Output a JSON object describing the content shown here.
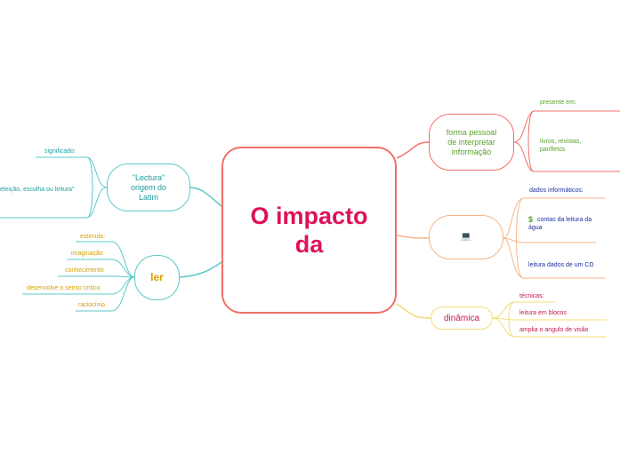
{
  "central": {
    "line1": "O impacto",
    "line2": "da"
  },
  "right": {
    "forma": {
      "label": "forma pessoal de interpretar informação",
      "children": [
        "presente em:",
        "livros, revistas, panfletos"
      ]
    },
    "computer": {
      "icon": "laptop-icon",
      "children": {
        "dados": "dados informáticos:",
        "contas_icon": "dollar-icon",
        "contas": "contas da leitura da água",
        "leitura": "leitura dados de um CD"
      }
    },
    "dinamica": {
      "label": "dinâmica",
      "children": [
        "técnicas:",
        "leitura em blocos",
        "amplia o angulo de visão"
      ]
    }
  },
  "left": {
    "lectura": {
      "label": "\"Lectura\" origem do Latim",
      "children": [
        "significado:",
        "eleição, escolha ou leitura\""
      ]
    },
    "ler": {
      "label": "ler",
      "children": [
        "estimula:",
        "imaginação",
        "conhecimento",
        "desenvolve o senso crítico",
        "raciocínio"
      ]
    }
  },
  "colors": {
    "central_border": "#f0706a",
    "central_text": "#e0105a",
    "coral": "#f0706a",
    "orange": "#f5b58a",
    "yellow": "#f3dc77",
    "teal": "#5cc8c8",
    "green_text": "#5aa12b",
    "navy_text": "#1c2f9e",
    "crimson_text": "#c5194a",
    "teal_text": "#1c9e9e",
    "gold_text": "#d7a000"
  }
}
